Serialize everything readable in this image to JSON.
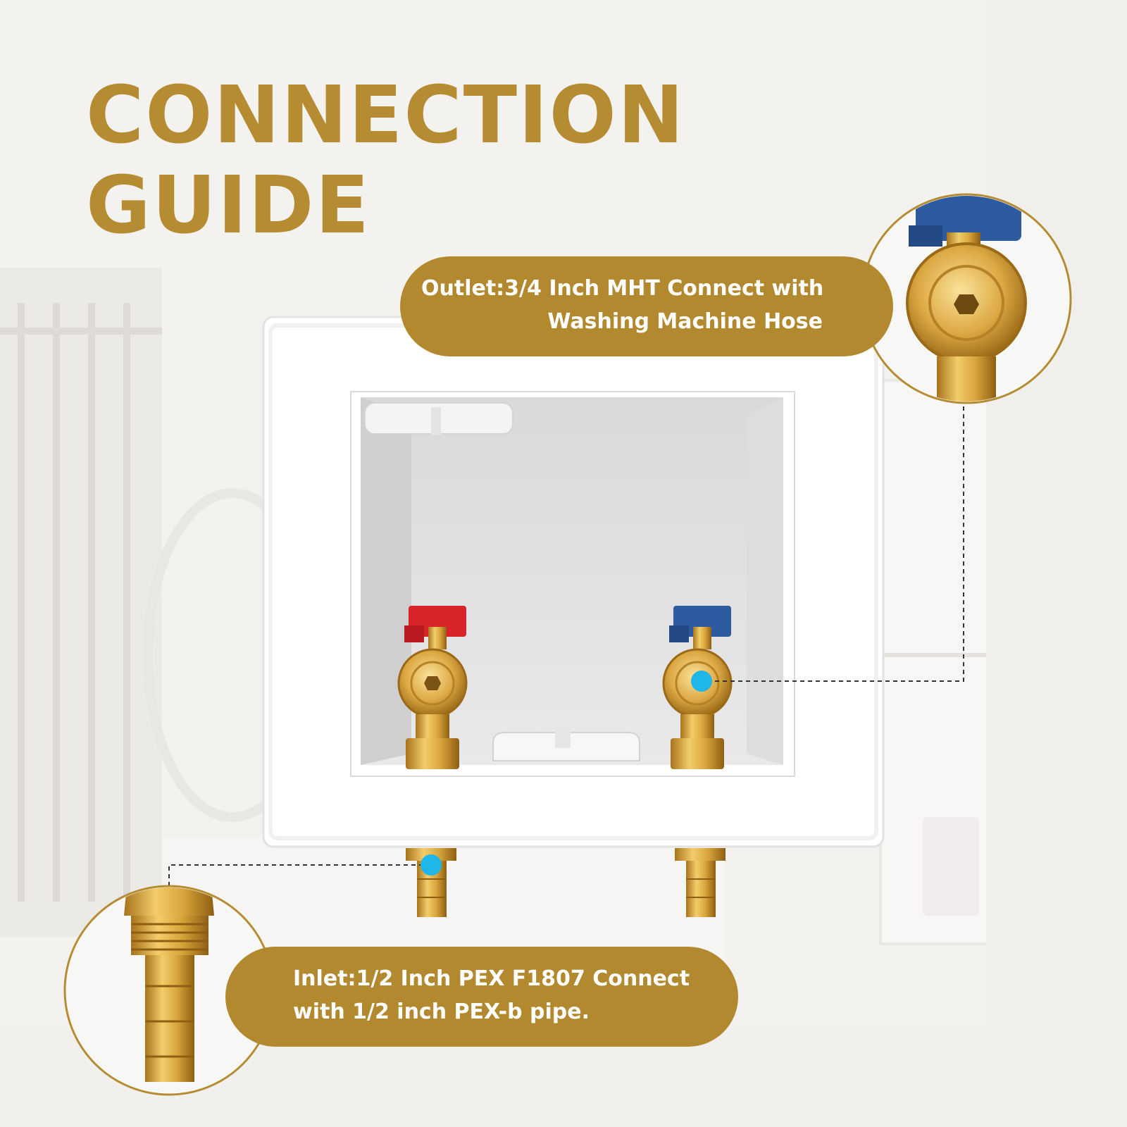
{
  "title": {
    "line1": "CONNECTION",
    "line2": "GUIDE"
  },
  "outlet": {
    "line1": "Outlet:3/4 Inch MHT Connect with",
    "line2": "Washing Machine Hose"
  },
  "inlet": {
    "line1": "Inlet:1/2 Inch PEX F1807 Connect",
    "line2": "with 1/2 inch PEX-b pipe."
  },
  "colors": {
    "gold": "#b58c32",
    "hot_handle": "#d8232a",
    "cold_handle": "#2e5aa0",
    "marker": "#1fb6e8"
  }
}
